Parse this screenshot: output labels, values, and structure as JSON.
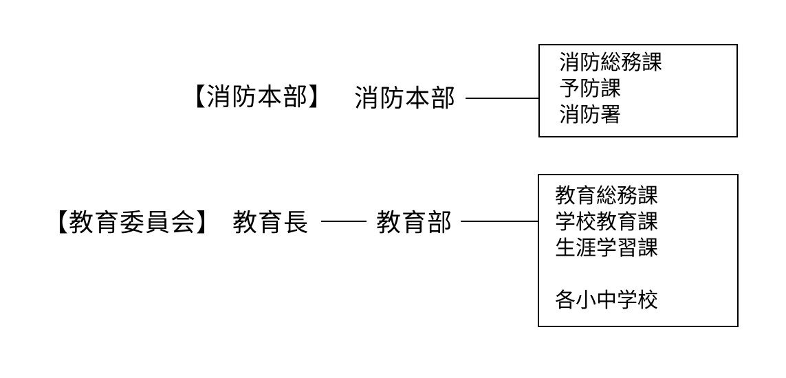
{
  "diagram": {
    "background_color": "#ffffff",
    "line_color": "#000000",
    "text_color": "#000000",
    "fire": {
      "category_label": "【消防本部】",
      "node_label": "消防本部",
      "box_lines": [
        "消防総務課",
        "予防課",
        "消防署"
      ]
    },
    "education": {
      "category_label": "【教育委員会】",
      "head_label": "教育長",
      "dept_label": "教育部",
      "box_lines": [
        "教育総務課",
        "学校教育課",
        "生涯学習課",
        "",
        "各小中学校"
      ]
    }
  }
}
